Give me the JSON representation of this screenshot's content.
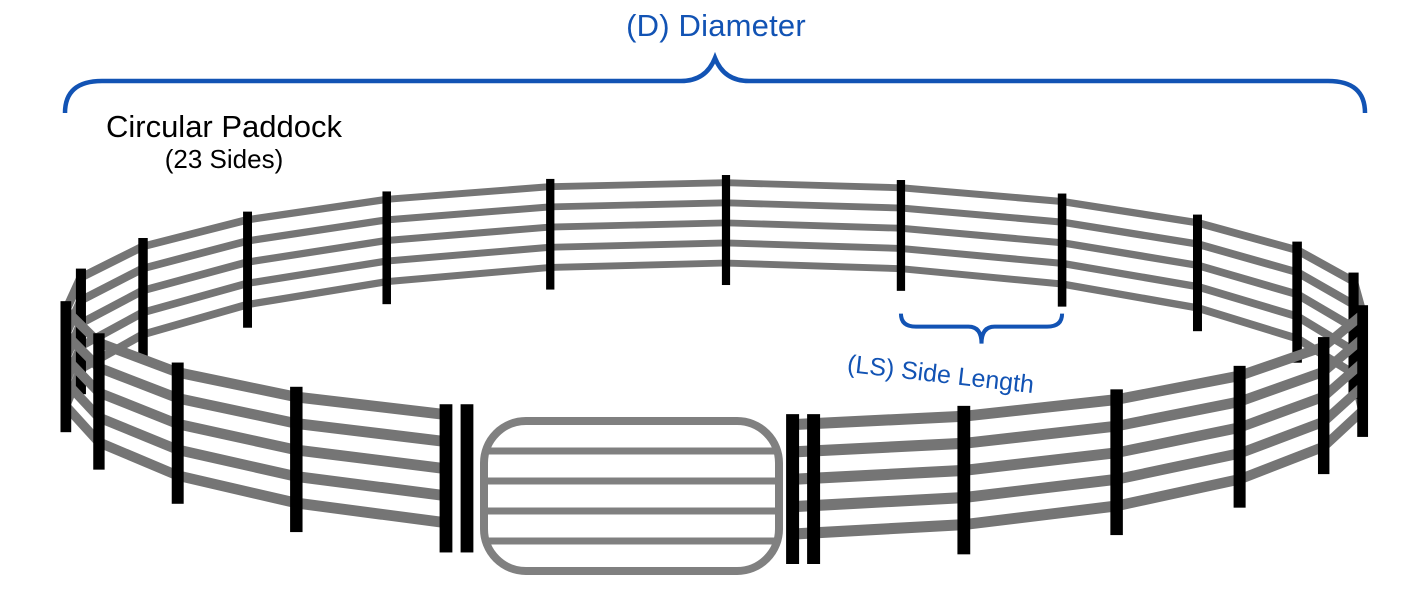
{
  "labels": {
    "diameter": "(D) Diameter",
    "paddock_name": "Circular Paddock",
    "paddock_sides": "(23 Sides)",
    "side_length": "(LS) Side Length"
  },
  "fence": {
    "sides": 23,
    "rails_per_section": 5,
    "gate_bars": 4,
    "post_color": "#000000",
    "rail_color": "#757575",
    "gate_color": "#808080"
  },
  "colors": {
    "annotation_blue": "#1253B4",
    "text": "#000000",
    "background": "#FFFFFF"
  }
}
